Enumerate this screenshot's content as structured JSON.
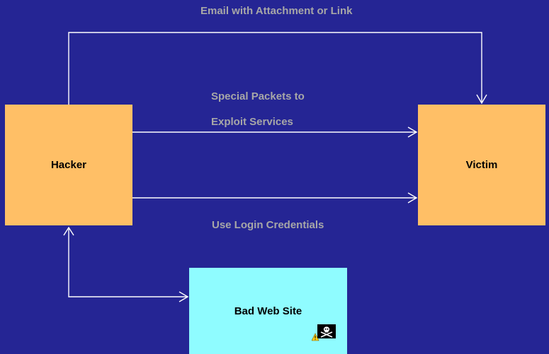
{
  "nodes": {
    "hacker": "Hacker",
    "victim": "Victim",
    "bad_site": "Bad Web Site"
  },
  "edges": {
    "email": "Email with Attachment or Link",
    "packets_line1": "Special Packets to",
    "packets_line2": "Exploit Services",
    "credentials": "Use Login Credentials"
  },
  "icons": {
    "bad_site_badge": "pirate-warning-icon"
  },
  "colors": {
    "background": "#252594",
    "hacker_victim_fill": "#ffbf66",
    "bad_site_fill": "#8ffcff",
    "edge_label": "#a7a7a7",
    "connector": "#ffffff"
  }
}
